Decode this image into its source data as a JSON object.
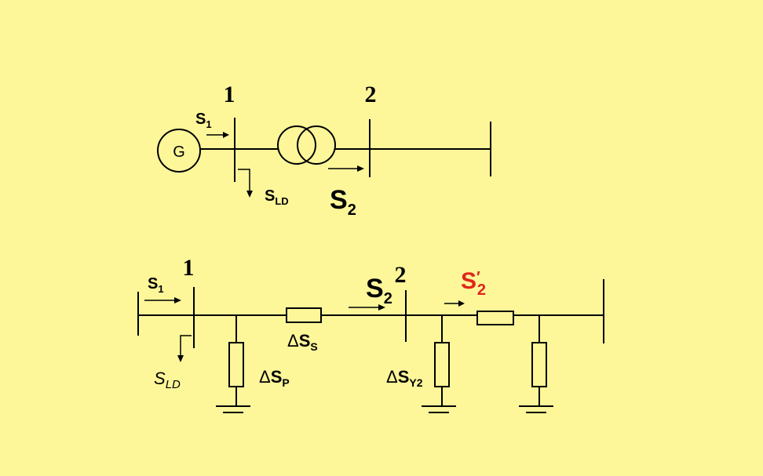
{
  "colors": {
    "background": "#fdf79a",
    "line": "#000000",
    "highlight": "#e0261b"
  },
  "top_diagram": {
    "bus1_label": "1",
    "bus2_label": "2",
    "generator_label": "G",
    "s1": {
      "base": "S",
      "sub": "1"
    },
    "sld": {
      "base": "S",
      "sub": "LD"
    },
    "s2": {
      "base": "S",
      "sub": "2"
    }
  },
  "bottom_diagram": {
    "bus1_label": "1",
    "bus2_label": "2",
    "s1": {
      "base": "S",
      "sub": "1"
    },
    "sld": {
      "base": "S",
      "sub": "LD"
    },
    "s2": {
      "base": "S",
      "sub": "2"
    },
    "s2_prime": {
      "base": "S",
      "prime": "′",
      "sub": "2"
    },
    "delta_ss": {
      "delta": "Δ",
      "base": "S",
      "sub": "S"
    },
    "delta_sp": {
      "delta": "Δ",
      "base": "S",
      "sub": "P"
    },
    "delta_sy2": {
      "delta": "Δ",
      "base": "S",
      "sub": "Y2"
    }
  }
}
